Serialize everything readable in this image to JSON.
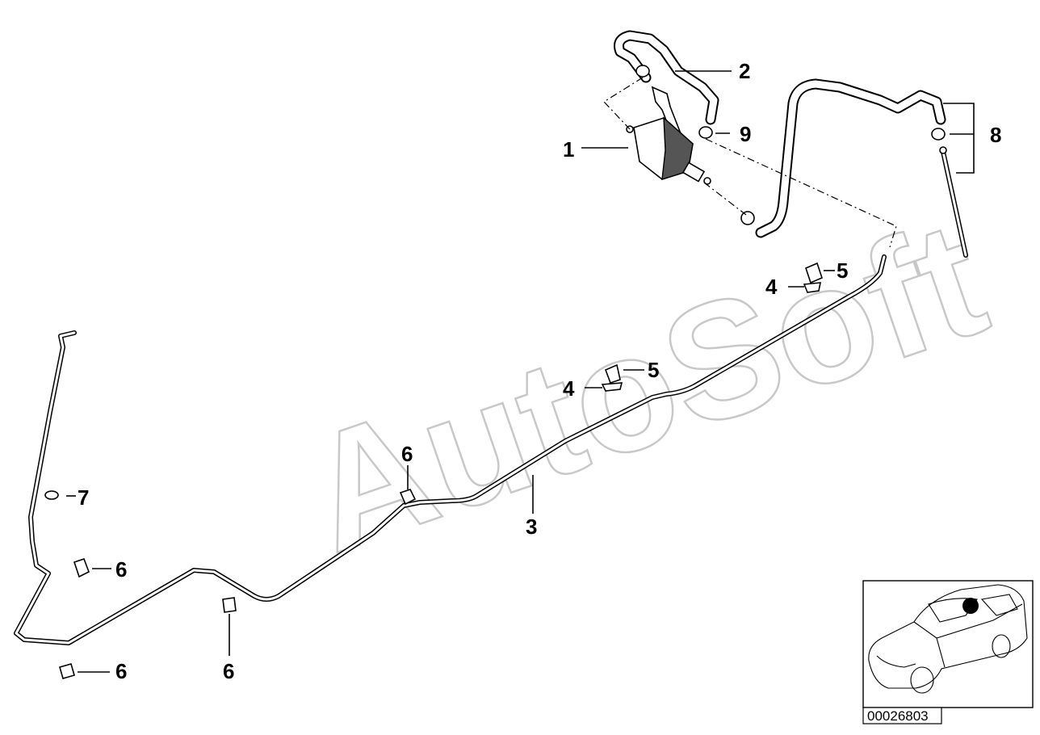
{
  "watermark": "AutoSoft",
  "callouts": {
    "c1": "1",
    "c2": "2",
    "c3": "3",
    "c4a": "4",
    "c4b": "4",
    "c5a": "5",
    "c5b": "5",
    "c6a": "6",
    "c6b": "6",
    "c6c": "6",
    "c6d": "6",
    "c7": "7",
    "c8": "8",
    "c9": "9"
  },
  "part_number": "00026803"
}
